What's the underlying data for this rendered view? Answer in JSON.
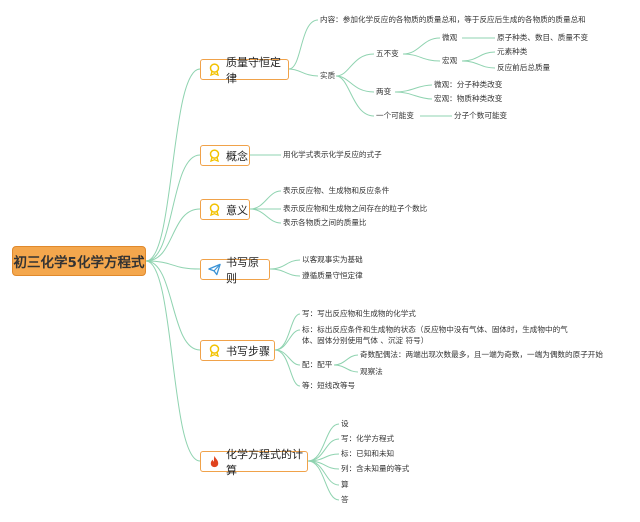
{
  "root": {
    "title": "初三化学5化学方程式"
  },
  "branches": [
    {
      "label": "质量守恒定律",
      "icon": "award-icon",
      "children": {
        "content": "内容：参加化学反应的各物质的质量总和，等于反应后生成的各物质的质量总和",
        "essence": "实质",
        "five_unchanged": "五不变",
        "micro": "微观",
        "micro_detail": "原子种类、数目、质量不变",
        "macro": "宏观",
        "macro_element": "元素种类",
        "macro_mass": "反应前后总质量",
        "two_changed": "两变",
        "micro_change": "微观：分子种类改变",
        "macro_change": "宏观：物质种类改变",
        "one_may_change": "一个可能变",
        "molecule_count": "分子个数可能变"
      }
    },
    {
      "label": "概念",
      "icon": "award-icon",
      "children": {
        "definition": "用化学式表示化学反应的式子"
      }
    },
    {
      "label": "意义",
      "icon": "award-icon",
      "children": {
        "m1": "表示反应物、生成物和反应条件",
        "m2": "表示反应物和生成物之间存在的粒子个数比",
        "m3": "表示各物质之间的质量比"
      }
    },
    {
      "label": "书写原则",
      "icon": "paper-plane-icon",
      "children": {
        "p1": "以客观事实为基础",
        "p2": "遵循质量守恒定律"
      }
    },
    {
      "label": "书写步骤",
      "icon": "award-icon",
      "children": {
        "write": "写：写出反应物和生成物的化学式",
        "mark_line1": "标：标出反应条件和生成物的状态（反应物中没有气体、固体时，生成物中的气",
        "mark_line2": "体、固体分别使用气体 、沉淀 符号）",
        "balance": "配：配平",
        "odd_even": "奇数配偶法：两端出现次数最多，且一端为奇数，一端为偶数的原子开始",
        "observe": "观察法",
        "equal": "等：短线改等号"
      }
    },
    {
      "label": "化学方程式的计算",
      "icon": "fire-icon",
      "children": {
        "c1": "设",
        "c2": "写：化学方程式",
        "c3": "标：已知和未知",
        "c4": "列：含未知量的等式",
        "c5": "算",
        "c6": "答"
      }
    }
  ],
  "colors": {
    "root_fill": "#f4a74d",
    "branch_border": "#f0a24a",
    "connector": "#8fd3b0",
    "award_icon": "#f2c200",
    "paper_plane_icon": "#3a93d6",
    "fire_icon": "#e0431f"
  }
}
